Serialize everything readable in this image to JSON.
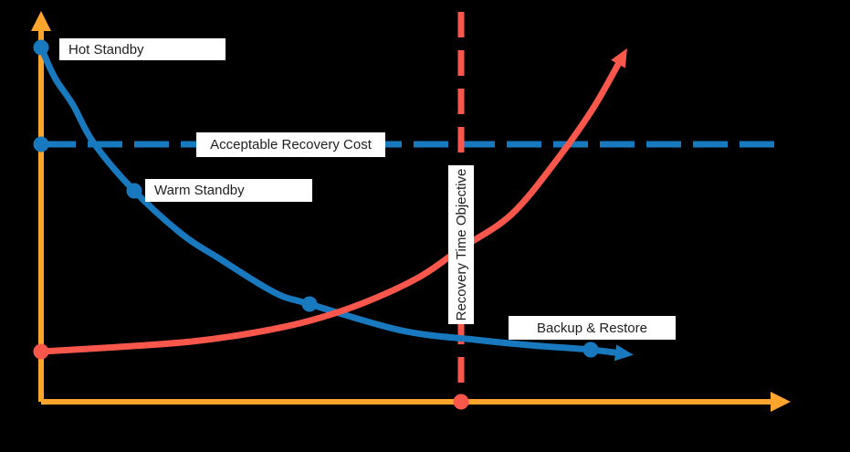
{
  "chart_data": {
    "type": "line",
    "title": "",
    "xlabel": "",
    "ylabel": "",
    "background": "#000000",
    "legend": "none",
    "grid": false,
    "axes": {
      "color": "#FFA42C",
      "stroke_width": 6,
      "origin": [
        45,
        440
      ],
      "x_line_end": [
        846,
        440
      ],
      "x_arrow_tip": [
        866,
        440
      ],
      "y_line_end": [
        45,
        32
      ],
      "y_arrow_tip": [
        45,
        12
      ]
    },
    "reference_lines": [
      {
        "id": "acceptable-recovery-cost-line",
        "orientation": "horizontal",
        "color": "#1879BE",
        "stroke_width": 7,
        "dash": [
          38,
          13
        ],
        "from": [
          45,
          158
        ],
        "to": [
          848,
          158
        ],
        "markers": [
          [
            45,
            158
          ]
        ]
      },
      {
        "id": "recovery-time-objective-line",
        "orientation": "vertical",
        "color": "#F9564C",
        "stroke_width": 7,
        "dash": [
          28,
          14
        ],
        "from": [
          505,
          13
        ],
        "to": [
          505,
          438
        ],
        "markers": [
          [
            505,
            440
          ]
        ]
      }
    ],
    "series": [
      {
        "id": "solution-cost-curve",
        "color": "#1879BE",
        "stroke_width": 7,
        "smooth": true,
        "arrow_end": true,
        "points": [
          [
            45,
            52
          ],
          [
            60,
            85
          ],
          [
            80,
            115
          ],
          [
            103,
            157
          ],
          [
            147,
            209
          ],
          [
            200,
            257
          ],
          [
            240,
            283
          ],
          [
            300,
            320
          ],
          [
            339,
            333
          ],
          [
            440,
            362
          ],
          [
            520,
            372
          ],
          [
            580,
            378
          ],
          [
            647,
            383
          ],
          [
            680,
            387
          ]
        ],
        "markers": [
          [
            45,
            52
          ],
          [
            147,
            209
          ],
          [
            339,
            333
          ],
          [
            647,
            383
          ]
        ]
      },
      {
        "id": "downtime-cost-curve",
        "color": "#F9564C",
        "stroke_width": 7,
        "smooth": true,
        "arrow_end": true,
        "points": [
          [
            45,
            385
          ],
          [
            130,
            380
          ],
          [
            210,
            374
          ],
          [
            280,
            364
          ],
          [
            340,
            351
          ],
          [
            400,
            331
          ],
          [
            460,
            303
          ],
          [
            505,
            272
          ],
          [
            560,
            235
          ],
          [
            610,
            175
          ],
          [
            650,
            118
          ],
          [
            680,
            65
          ]
        ],
        "markers": [
          [
            45,
            385
          ]
        ]
      }
    ],
    "labels": {
      "hot_standby": "Hot Standby",
      "warm_standby": "Warm Standby",
      "backup_restore": "Backup & Restore",
      "acceptable_recovery_cost": "Acceptable Recovery Cost",
      "recovery_time_objective": "Recovery Time Objective"
    }
  }
}
